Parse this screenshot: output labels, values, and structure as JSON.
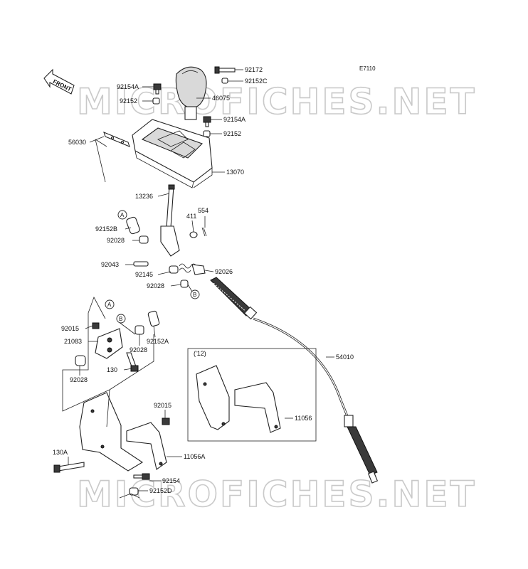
{
  "diagram_code": "E7110",
  "front_label": "FRONT",
  "watermark_text": "MICROFICHES.NET",
  "year_note": "('12)",
  "ref_markers": {
    "a": "A",
    "b": "B"
  },
  "parts": {
    "p92172": "92172",
    "p92152C": "92152C",
    "p92154A_top": "92154A",
    "p92152_top": "92152",
    "p46075": "46075",
    "p92154A_right": "92154A",
    "p92152_right": "92152",
    "p56030": "56030",
    "p13070": "13070",
    "p13236": "13236",
    "p411": "411",
    "p554": "554",
    "p92152B": "92152B",
    "p92028_a": "92028",
    "p92043": "92043",
    "p92145": "92145",
    "p92026": "92026",
    "p92028_b": "92028",
    "p92015_a": "92015",
    "p21083": "21083",
    "p92152A": "92152A",
    "p92028_c": "92028",
    "p130": "130",
    "p92028_d": "92028",
    "p54010": "54010",
    "p11056": "11056",
    "p92015_b": "92015",
    "p130A": "130A",
    "p11056A": "11056A",
    "p92154": "92154",
    "p92152D": "92152D"
  }
}
